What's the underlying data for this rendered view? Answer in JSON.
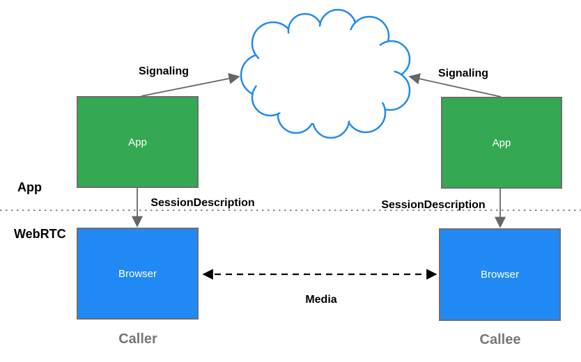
{
  "diagram": {
    "type": "webrtc-jsep-architecture",
    "layer_labels": {
      "app": "App",
      "webrtc": "WebRTC"
    },
    "nodes": {
      "caller_app": {
        "label": "App"
      },
      "callee_app": {
        "label": "App"
      },
      "caller_browser": {
        "label": "Browser"
      },
      "callee_browser": {
        "label": "Browser"
      }
    },
    "edge_labels": {
      "signaling_left": "Signaling",
      "signaling_right": "Signaling",
      "session_description_left": "SessionDescription",
      "session_description_right": "SessionDescription",
      "media": "Media"
    },
    "role_labels": {
      "caller": "Caller",
      "callee": "Callee"
    },
    "colors": {
      "app-fill": "#35a853",
      "browser-fill": "#2189f4",
      "cloud-stroke": "#2189f4",
      "box-border": "#6e6e6e",
      "arrow-gray": "#666666",
      "media-black": "#000000",
      "label-black": "#000000",
      "role-gray": "#767676",
      "divider-gray": "#888888"
    }
  }
}
